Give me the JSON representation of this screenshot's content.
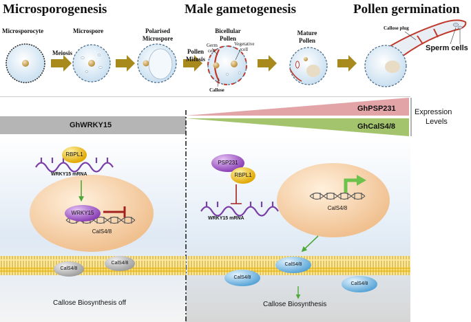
{
  "headers": {
    "microsporogenesis": "Microsporogenesis",
    "male_gametogenesis": "Male gametogenesis",
    "pollen_germination": "Pollen germination"
  },
  "stages": {
    "microsporocyte": "Microsporocyte",
    "microspore": "Microspore",
    "polarised_line1": "Polarised",
    "polarised_line2": "Microspore",
    "bicellular_line1": "Bicellular",
    "bicellular_line2": "Pollen",
    "mature_line1": "Mature",
    "mature_line2": "Pollen"
  },
  "processes": {
    "meiosis": "Meiosis",
    "pollen_mitosis_line1": "Pollen",
    "pollen_mitosis_line2": "Mitosis"
  },
  "cell_labels": {
    "germ_line1": "Germ",
    "germ_line2": "cell",
    "vegetative_line1": "Vegetative",
    "vegetative_line2": "cell",
    "callose": "Callose",
    "callose_plug": "Callose plug",
    "sperm_cells": "Sperm cells"
  },
  "expression": {
    "ghpsp231": "GhPSP231",
    "ghcals48": "GhCalS4/8",
    "ghwrky15": "GhWRKY15",
    "levels_line1": "Expression",
    "levels_line2": "Levels"
  },
  "left_panel": {
    "rbpl1": "RBPL1",
    "wrky15_mrna": "WRKY15 mRNA",
    "wrky15": "WRKY15",
    "cals48_gene": "CalS4/8",
    "cals48_a": "CalS4/8",
    "cals48_b": "CalS4/8",
    "status": "Callose Biosynthesis off"
  },
  "right_panel": {
    "psp231": "PSP231",
    "rbpl1": "RBPL1",
    "wrky15_mrna": "WRKY15 mRNA",
    "cals48_gene": "CalS4/8",
    "cals48_a": "CalS4/8",
    "cals48_b": "CalS4/8",
    "cals48_c": "CalS4/8",
    "status": "Callose Biosynthesis"
  },
  "colors": {
    "arrow_gold": "#a88a1c",
    "psp_pink": "#e3a4a8",
    "cals_green": "#a3c46c",
    "wrky_bar_grey": "#b5b5b5",
    "panel_blue": "#e6eef7",
    "nucleus_tan": "#f2c89c",
    "protein_purple": "#a35fc4",
    "protein_yellow": "#f1c232",
    "mrna_purple": "#7a3fa6",
    "cals_blue": "#6fb7e2",
    "cals_grey": "#b7b7b7",
    "membrane_yellow": "#f5d65c",
    "gene_arrow_green": "#6cc24a",
    "inhibit_red": "#a32020"
  }
}
